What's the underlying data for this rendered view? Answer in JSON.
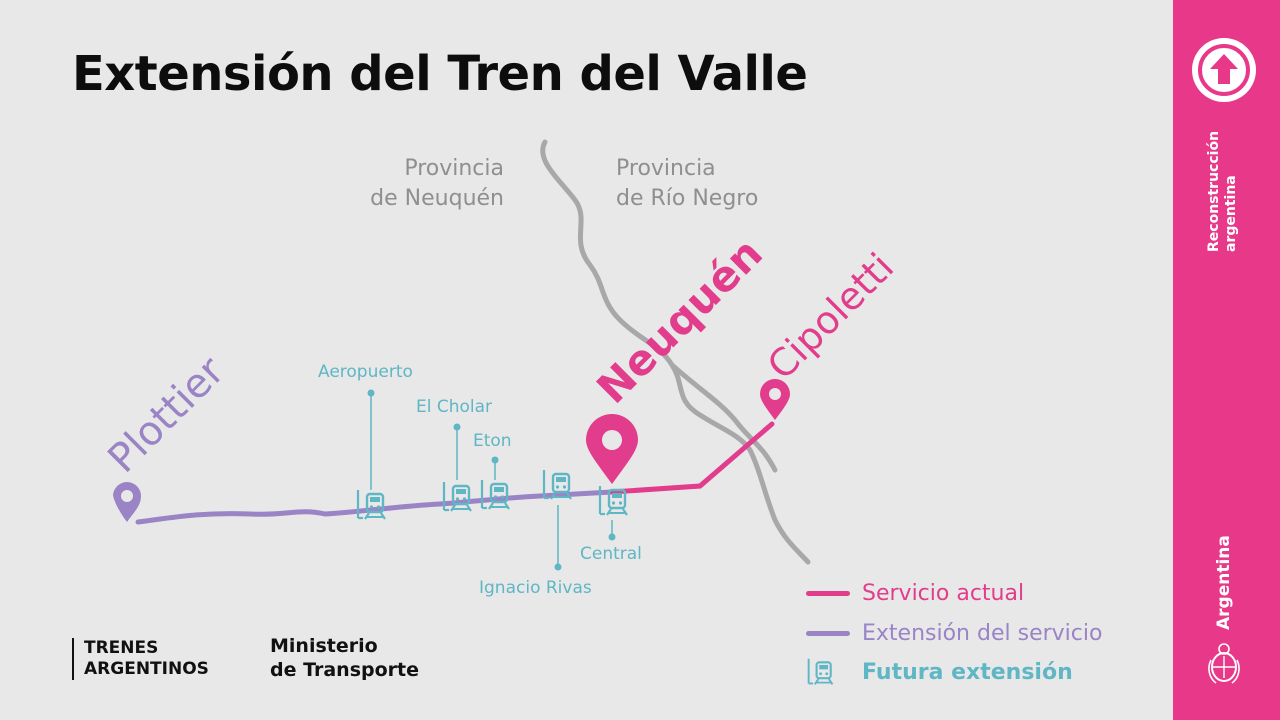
{
  "title": "Extensión del Tren del Valle",
  "provinces": {
    "left": [
      "Provincia",
      "de Neuquén"
    ],
    "right": [
      "Provincia",
      "de Río Negro"
    ]
  },
  "cities": {
    "plottier": "Plottier",
    "neuquen": "Neuquén",
    "cipoletti": "Cipoletti"
  },
  "stations": {
    "aeropuerto": "Aeropuerto",
    "el_cholar": "El Cholar",
    "eton": "Eton",
    "ignacio_rivas": "Ignacio Rivas",
    "central": "Central"
  },
  "legend": {
    "servicio_actual": "Servicio actual",
    "extension_servicio": "Extensión del servicio",
    "futura_extension": "Futura extensión"
  },
  "logos": {
    "trenes": [
      "TRENES",
      "ARGENTINOS"
    ],
    "ministerio": [
      "Ministerio",
      "de Transporte"
    ]
  },
  "sidebar": {
    "reconstruccion": [
      "Reconstrucción",
      "argentina"
    ],
    "argentina": "Argentina"
  },
  "colors": {
    "current_service": "#e23d8c",
    "extension": "#9a84c6",
    "future": "#5fb6c4",
    "sidebar": "#e8388a"
  },
  "icons": [
    "train-icon",
    "location-pin-icon",
    "arrow-up-icon",
    "coat-of-arms-icon"
  ]
}
